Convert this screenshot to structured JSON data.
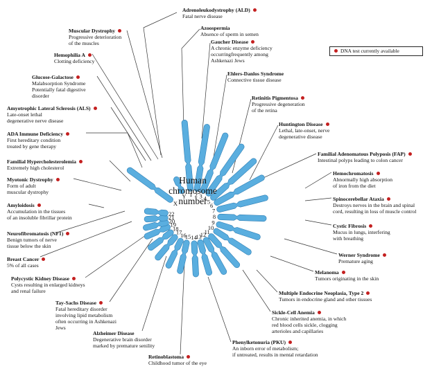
{
  "center_label": [
    "Human",
    "chromosome",
    "number"
  ],
  "legend": {
    "text": "DNA test currently available",
    "marker_color": "#c42020"
  },
  "colors": {
    "chromosome_fill": "#5aaedf",
    "chromosome_edge": "#2f7fb5",
    "marker": "#c42020",
    "line": "#333333"
  },
  "chromosomes": [
    "1",
    "2",
    "3",
    "4",
    "5",
    "6",
    "7",
    "8",
    "9",
    "10",
    "11",
    "12",
    "13",
    "14",
    "15",
    "16",
    "17",
    "18",
    "19",
    "20",
    "21",
    "22",
    "X",
    "Y"
  ],
  "diseases": [
    {
      "id": "ald",
      "title": "Adrenoleukodystrophy (ALD)",
      "dot": true,
      "desc": [
        "Fatal nerve disease"
      ]
    },
    {
      "id": "azoospermia",
      "title": "Azoospermia",
      "dot": false,
      "desc": [
        "Absence of sperm in semen"
      ]
    },
    {
      "id": "gaucher",
      "title": "Gaucher Disease",
      "dot": true,
      "desc": [
        "A chronic enzyme deficiency",
        "occurringfrequently among",
        "Ashkenazi Jews"
      ]
    },
    {
      "id": "ehlers-danlos",
      "title": "Ehlers-Danlos Syndrome",
      "dot": false,
      "desc": [
        "Connective tissue disease"
      ]
    },
    {
      "id": "retinitis",
      "title": "Retinitis Pigmentosa",
      "dot": true,
      "desc": [
        "Progressive degeneration",
        "of the retina"
      ]
    },
    {
      "id": "huntington",
      "title": "Huntington Disease",
      "dot": true,
      "desc": [
        "Lethal, late-onset, nerve",
        "degenerative disease"
      ]
    },
    {
      "id": "fap",
      "title": "Familial Adenomatous Polyposis (FAP)",
      "dot": true,
      "desc": [
        "Intestinal polyps leading to colon cancer"
      ]
    },
    {
      "id": "hemochromatosis",
      "title": "Hemochromatosis",
      "dot": true,
      "desc": [
        "Abnormally high absorption",
        "of iron from the diet"
      ]
    },
    {
      "id": "spinocerebellar",
      "title": "Spinocerebellar Ataxia",
      "dot": true,
      "desc": [
        "Destroys nerves in the brain and spinal",
        "cord, resulting in loss of muscle control"
      ]
    },
    {
      "id": "cystic-fibrosis",
      "title": "Cystic Fibrosis",
      "dot": true,
      "desc": [
        "Mucus in lungs, interfering",
        "with breathing"
      ]
    },
    {
      "id": "werner",
      "title": "Werner Syndrome",
      "dot": true,
      "desc": [
        "Premature aging"
      ]
    },
    {
      "id": "melanoma",
      "title": "Melanoma",
      "dot": true,
      "desc": [
        "Tumors originating in the skin"
      ]
    },
    {
      "id": "men2",
      "title": "Multiple Endocrine Neoplasia, Type 2",
      "dot": true,
      "desc": [
        "Tumors in endocrine gland and other tissues"
      ]
    },
    {
      "id": "sickle-cell",
      "title": "Sickle-Cell Anemia",
      "dot": true,
      "desc": [
        "Chronic inherited anemia, in which",
        "red blood cells sickle, clogging",
        "arterioles and capillaries"
      ]
    },
    {
      "id": "pku",
      "title": "Phenylketonuria (PKU)",
      "dot": true,
      "desc": [
        "An inborn error of metabolism;",
        "if untreated, results in mental retardation"
      ]
    },
    {
      "id": "retinoblastoma",
      "title": "Retinoblastoma",
      "dot": true,
      "desc": [
        "Childhood tumor of the eye"
      ]
    },
    {
      "id": "alzheimer",
      "title": "Alzheimer Disease",
      "dot": false,
      "desc": [
        "Degenerative brain disorder",
        "marked by premature senility"
      ]
    },
    {
      "id": "tay-sachs",
      "title": "Tay-Sachs Disease",
      "dot": true,
      "desc": [
        "Fatal hereditary disorder",
        "involving lipid metabolism",
        "often occurring in Ashkenazi",
        "Jews"
      ]
    },
    {
      "id": "pkd",
      "title": "Polycystic Kidney Disease",
      "dot": true,
      "desc": [
        "Cysts resulting in enlarged kidneys",
        "and renal failure"
      ]
    },
    {
      "id": "breast-cancer",
      "title": "Breast Cancer",
      "dot": true,
      "desc": [
        "5% of all cases"
      ]
    },
    {
      "id": "nf1",
      "title": "Neurofibromatosis (NF1)",
      "dot": true,
      "desc": [
        "Benign tumors of nerve",
        "tissue below the skin"
      ]
    },
    {
      "id": "amyloidosis",
      "title": "Amyloidosis",
      "dot": true,
      "desc": [
        "Accumulation in the tissues",
        "of an insoluble fibrillar protein"
      ]
    },
    {
      "id": "myotonic",
      "title": "Myotonic Dystrophy",
      "dot": true,
      "desc": [
        "Form of adult",
        "muscular dystrophy"
      ]
    },
    {
      "id": "hypercholesterolemia",
      "title": "Familial Hypercholesterolemia",
      "dot": true,
      "desc": [
        "Extremely high cholesterol"
      ]
    },
    {
      "id": "ada",
      "title": "ADA Immune Deficiency",
      "dot": true,
      "desc": [
        "First hereditary condition",
        "treated by gene therapy"
      ]
    },
    {
      "id": "als",
      "title": "Amyotrophic Lateral Sclerosis (ALS)",
      "dot": true,
      "desc": [
        "Late-onset lethal",
        "degenerative nerve disease"
      ]
    },
    {
      "id": "glucose-galactose",
      "title": "Glucose-Galactose",
      "dot": true,
      "desc": [
        "Malabsorption Syndrome",
        "Potentially fatal digestive",
        "disorder"
      ]
    },
    {
      "id": "hemophilia",
      "title": "Hemophilia A",
      "dot": true,
      "desc": [
        "Clotting deficiency"
      ]
    },
    {
      "id": "muscular-dystrophy",
      "title": "Muscular Dystrophy",
      "dot": true,
      "desc": [
        "Progressive deterioration",
        "of the muscles"
      ]
    }
  ]
}
